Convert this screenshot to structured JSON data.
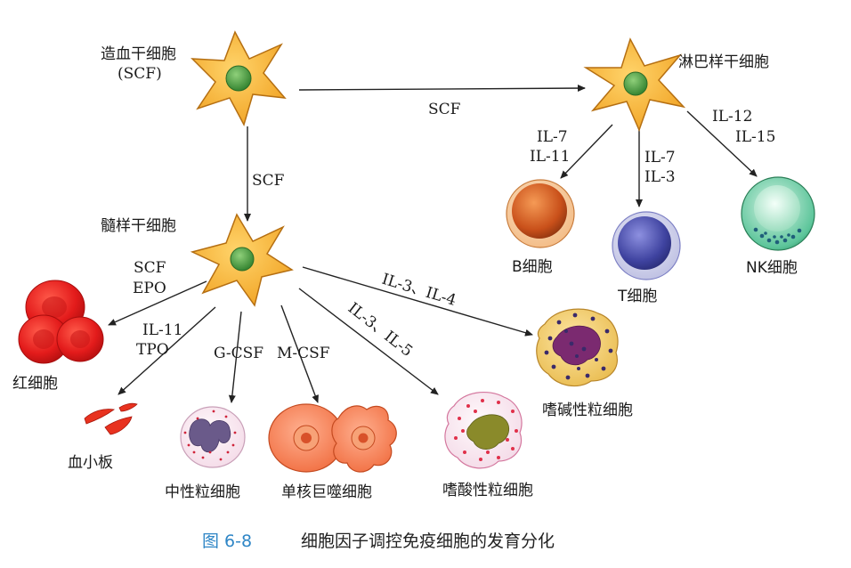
{
  "cells": {
    "hsc": {
      "name": "造血干细胞",
      "sub": "(SCF)"
    },
    "lymphoid": {
      "name": "淋巴样干细胞"
    },
    "myeloid": {
      "name": "髓样干细胞"
    },
    "b_cell": {
      "name": "B细胞"
    },
    "t_cell": {
      "name": "T细胞"
    },
    "nk_cell": {
      "name": "NK细胞"
    },
    "rbc": {
      "name": "红细胞"
    },
    "platelet": {
      "name": "血小板"
    },
    "neutrophil": {
      "name": "中性粒细胞"
    },
    "monocyte": {
      "name": "单核巨噬细胞"
    },
    "eosinophil": {
      "name": "嗜酸性粒细胞"
    },
    "basophil": {
      "name": "嗜碱性粒细胞"
    }
  },
  "factors": {
    "hsc_to_lymphoid": "SCF",
    "hsc_to_myeloid": "SCF",
    "to_b": [
      "IL-7",
      "IL-11"
    ],
    "to_t": [
      "IL-7",
      "IL-3"
    ],
    "to_nk": [
      "IL-12",
      "IL-15"
    ],
    "to_rbc": [
      "SCF",
      "EPO"
    ],
    "to_platelet": [
      "IL-11",
      "TPO"
    ],
    "to_neutrophil": "G-CSF",
    "to_monocyte": "M-CSF",
    "to_eosinophil": "IL-3、IL-5",
    "to_basophil": "IL-3、IL-4"
  },
  "caption": {
    "number": "图 6-8",
    "text": "细胞因子调控免疫细胞的发育分化"
  },
  "colors": {
    "stem_cell": "#f5b02e",
    "stem_nucleus": "#3f9a3a",
    "rbc": "#e31b1b",
    "b_cell": "#d9561a",
    "t_cell": "#4b4fa8",
    "nk_cell": "#2e9a6e",
    "caption_number": "#2f86c6"
  }
}
